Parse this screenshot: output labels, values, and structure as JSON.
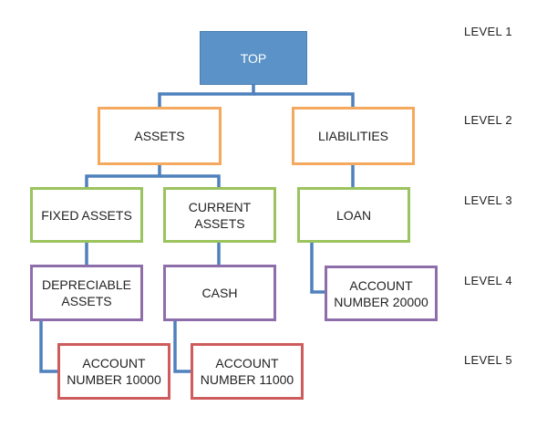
{
  "colors": {
    "connector": "#4f81bd",
    "level1_fill": "#5b93c8",
    "level2_border": "#f4a95e",
    "level3_border": "#9bc35e",
    "level4_border": "#8e6eaa",
    "level5_border": "#cf5c5c"
  },
  "levels": [
    "LEVEL 1",
    "LEVEL 2",
    "LEVEL 3",
    "LEVEL 4",
    "LEVEL 5"
  ],
  "nodes": {
    "top": "TOP",
    "assets": "ASSETS",
    "liabilities": "LIABILITIES",
    "fixed_assets": "FIXED ASSETS",
    "current_assets": "CURRENT\nASSETS",
    "loan": "LOAN",
    "depreciable_assets": "DEPRECIABLE\nASSETS",
    "cash": "CASH",
    "account_20000": "ACCOUNT\nNUMBER 20000",
    "account_10000": "ACCOUNT\nNUMBER 10000",
    "account_11000": "ACCOUNT\nNUMBER 11000"
  }
}
